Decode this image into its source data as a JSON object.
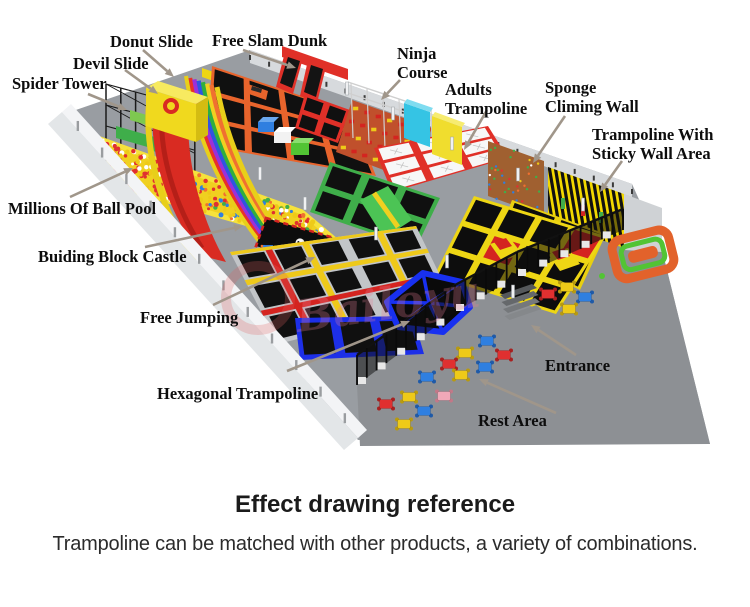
{
  "scene": {
    "watermark_text": "Bailoyu",
    "colors": {
      "floor": "#999da2",
      "apron": "#8d9094",
      "wall": "#e3e6e8",
      "wall_top": "#f3f4f6",
      "back_wall": "#d7dadd",
      "ball_pool": "#f0d020",
      "ball_pool_rim": "#f6e23c",
      "orange_zone": "#e8642c",
      "slam_dunk": "#e03028",
      "ninja_floor": "#c0502c",
      "scaffold": "#cfcfcf",
      "adults_frame": "#e03028",
      "adults_mat": "#f7f7f7",
      "cyan_wall": "#35c4e4",
      "yellow_wall": "#f0dd2e",
      "sponge_wall": "#a06030",
      "sticky_yellow": "#f2d800",
      "green_zone": "#3fae4a",
      "yellow_zone": "#eed614",
      "free_gray": "#c2c5c8",
      "free_red": "#d42420",
      "free_yellow": "#eec91a",
      "blue_zone": "#1d2fe8",
      "hexagon": "#1830f0",
      "mat": "#101010",
      "fence": "#151515",
      "arrow": "#a0968a",
      "table_red": "#e03030",
      "table_yellow": "#eeca18",
      "table_blue": "#2f7fe0",
      "table_pink": "#f0a8b8",
      "inflatable_orange": "#e2622b",
      "inflatable_green": "#52c434",
      "slide_red": "#d92b22",
      "tower_yellow": "#f0d91e",
      "rainbow": [
        "#e8302a",
        "#9b30d9",
        "#2f55e0",
        "#2fae3f",
        "#f0d020",
        "#f07030"
      ]
    }
  },
  "labels": [
    {
      "id": "donut-slide",
      "text": "Donut Slide"
    },
    {
      "id": "free-slam-dunk",
      "text": "Free Slam Dunk"
    },
    {
      "id": "devil-slide",
      "text": "Devil Slide"
    },
    {
      "id": "spider-tower",
      "text": "Spider Tower"
    },
    {
      "id": "ninja-course",
      "text": "Ninja\nCourse"
    },
    {
      "id": "adults-trampoline",
      "text": "Adults\nTrampoline"
    },
    {
      "id": "sponge-climing-wall",
      "text": "Sponge\nCliming Wall"
    },
    {
      "id": "trampoline-sticky-wall",
      "text": "Trampoline With\nSticky Wall Area"
    },
    {
      "id": "millions-ball-pool",
      "text": "Millions Of Ball Pool"
    },
    {
      "id": "buiding-block-castle",
      "text": "Buiding Block Castle"
    },
    {
      "id": "free-jumping",
      "text": "Free Jumping"
    },
    {
      "id": "hexagonal-trampoline",
      "text": "Hexagonal Trampoline"
    },
    {
      "id": "entrance",
      "text": "Entrance"
    },
    {
      "id": "rest-area",
      "text": "Rest Area"
    }
  ],
  "caption": {
    "heading": "Effect drawing reference",
    "subheading": "Trampoline can be matched with other products, a variety of combinations."
  }
}
